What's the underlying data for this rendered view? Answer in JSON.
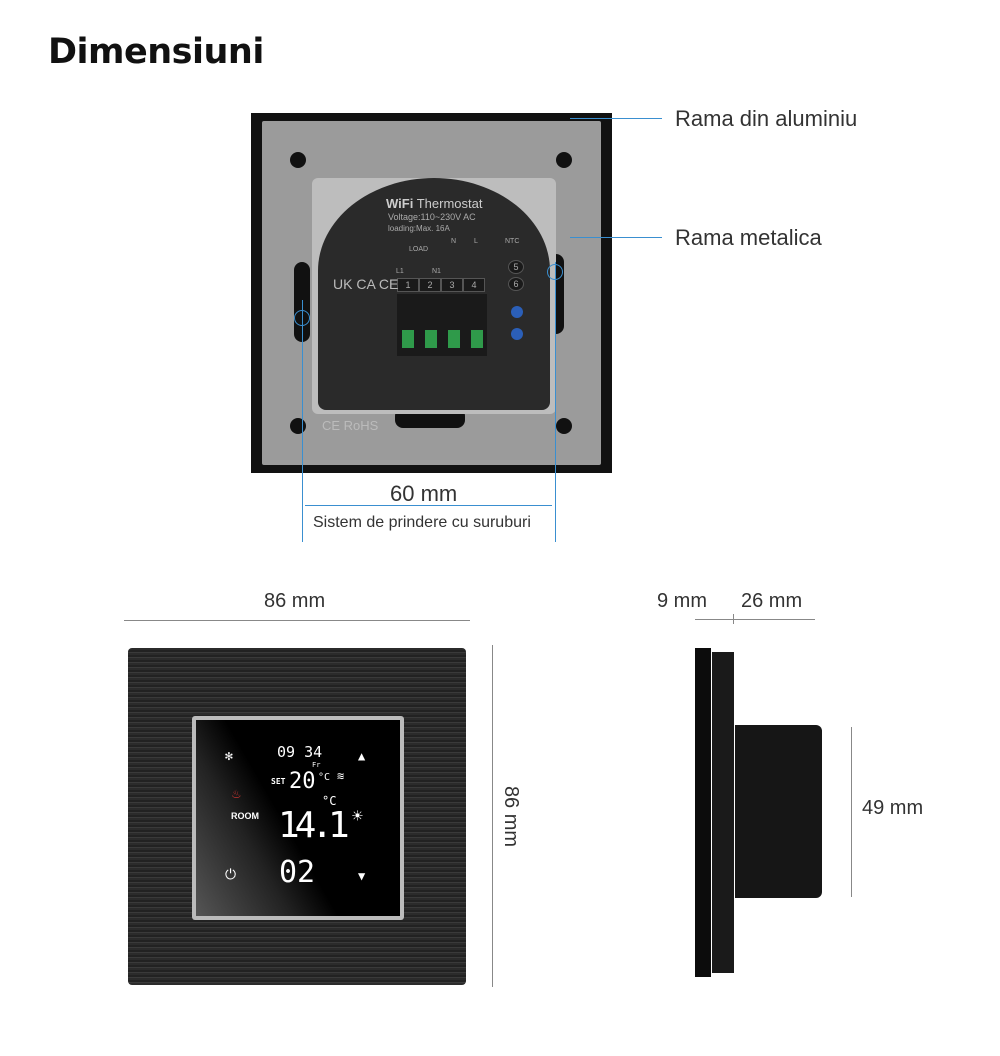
{
  "title": "Dimensiuni",
  "callouts": {
    "aluminum_frame": "Rama din aluminiu",
    "metal_frame": "Rama metalica"
  },
  "mounting": {
    "distance": "60 mm",
    "caption": "Sistem de prindere cu suruburi"
  },
  "module": {
    "brand": "WiFi",
    "name": "Thermostat",
    "voltage": "Voltage:110~230V AC",
    "loading": "loading:Max. 16A",
    "load": "LOAD",
    "l1": "L1",
    "n1": "N1",
    "n": "N",
    "l": "L",
    "ntc": "NTC",
    "terminals": [
      "1",
      "2",
      "3",
      "4"
    ],
    "ntc_terminals": [
      "5",
      "6"
    ],
    "marks": "UK CA  CE",
    "plate_marks": "CE RoHS"
  },
  "front": {
    "width": "86 mm",
    "height": "86 mm"
  },
  "display": {
    "time": "09 34",
    "day": "Fr",
    "set_label": "SET",
    "set_temp": "20",
    "unit": "°C",
    "room_label": "ROOM",
    "room_temp": "14.1",
    "program": "02"
  },
  "side": {
    "plate_depth": "9 mm",
    "body_depth": "26 mm",
    "body_height": "49 mm"
  }
}
